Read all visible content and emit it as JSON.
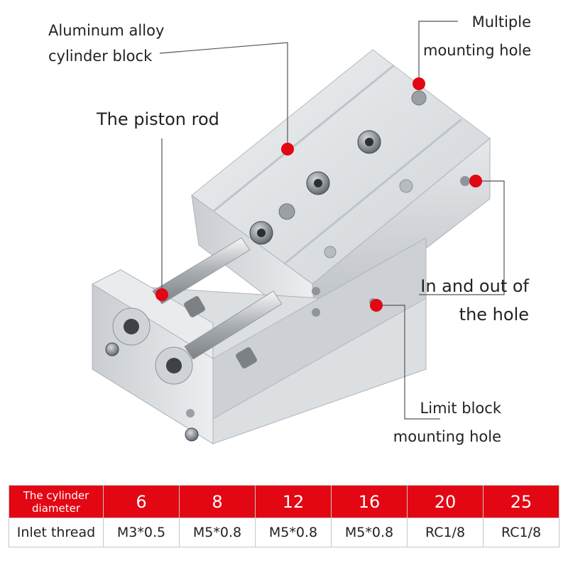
{
  "callouts": {
    "cylinder_block": [
      "Aluminum alloy",
      "cylinder block"
    ],
    "mounting_hole": [
      "Multiple",
      "mounting hole"
    ],
    "piston_rod": "The piston rod",
    "in_out_hole": [
      "In and out of",
      "the hole"
    ],
    "limit_block": [
      "Limit block",
      "mounting hole"
    ]
  },
  "colors": {
    "accent": "#e30613",
    "aluminum": "#d9dcdf",
    "text": "#222222"
  },
  "spec_table": {
    "row_headers": [
      "The cylinder diameter",
      "Inlet thread"
    ],
    "diameters": [
      "6",
      "8",
      "12",
      "16",
      "20",
      "25"
    ],
    "inlet_threads": [
      "M3*0.5",
      "M5*0.8",
      "M5*0.8",
      "M5*0.8",
      "RC1/8",
      "RC1/8"
    ]
  }
}
